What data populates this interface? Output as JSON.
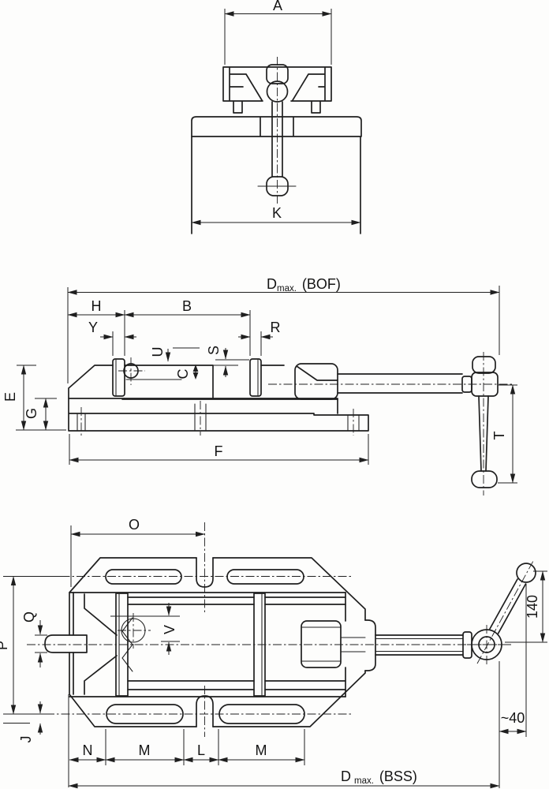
{
  "drawing": {
    "kind": "technical-drawing",
    "subject": "drill press machine vise, three-view dimensioned drawing",
    "colors": {
      "line": "#1f1f1f",
      "background": "#fdfdfc"
    },
    "labels": {
      "a": "A",
      "k": "K",
      "d": "D",
      "d_sub": "max.",
      "bof": "(BOF)",
      "bss": "(BSS)",
      "h": "H",
      "b": "B",
      "y": "Y",
      "r": "R",
      "u": "U",
      "s": "S",
      "c": "C",
      "e": "E",
      "g": "G",
      "f": "F",
      "t": "T",
      "o": "O",
      "q": "Q",
      "p": "P",
      "v": "V",
      "j": "J",
      "n": "N",
      "m": "M",
      "l": "L",
      "handle_radius": "140",
      "handle_clearance": "~40"
    }
  }
}
